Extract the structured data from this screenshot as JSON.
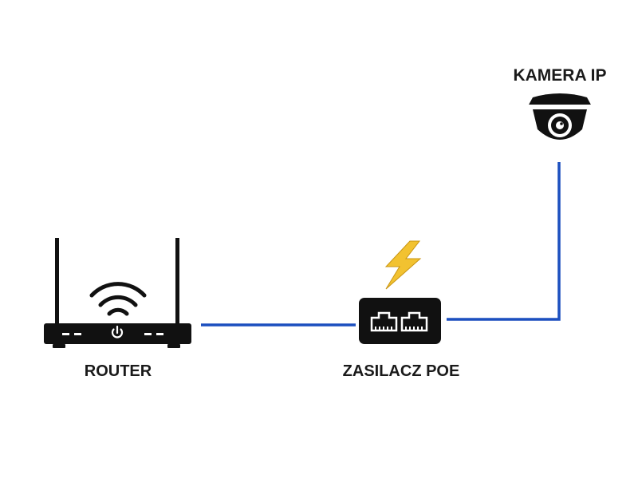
{
  "diagram": {
    "nodes": {
      "router": {
        "label": "ROUTER",
        "icon": "router-icon"
      },
      "poe_injector": {
        "label": "ZASILACZ POE",
        "icon": "poe-injector-icon",
        "power_icon": "lightning-icon"
      },
      "camera": {
        "label": "KAMERA IP",
        "icon": "dome-camera-icon"
      }
    },
    "edges": [
      {
        "from": "router",
        "to": "poe_injector",
        "style": "cable"
      },
      {
        "from": "poe_injector",
        "to": "camera",
        "style": "cable"
      }
    ]
  },
  "colors": {
    "cable": "#1b4fbf",
    "device": "#111111",
    "lightning": "#f2c230",
    "label": "#1a1a1a",
    "background": "#ffffff"
  }
}
